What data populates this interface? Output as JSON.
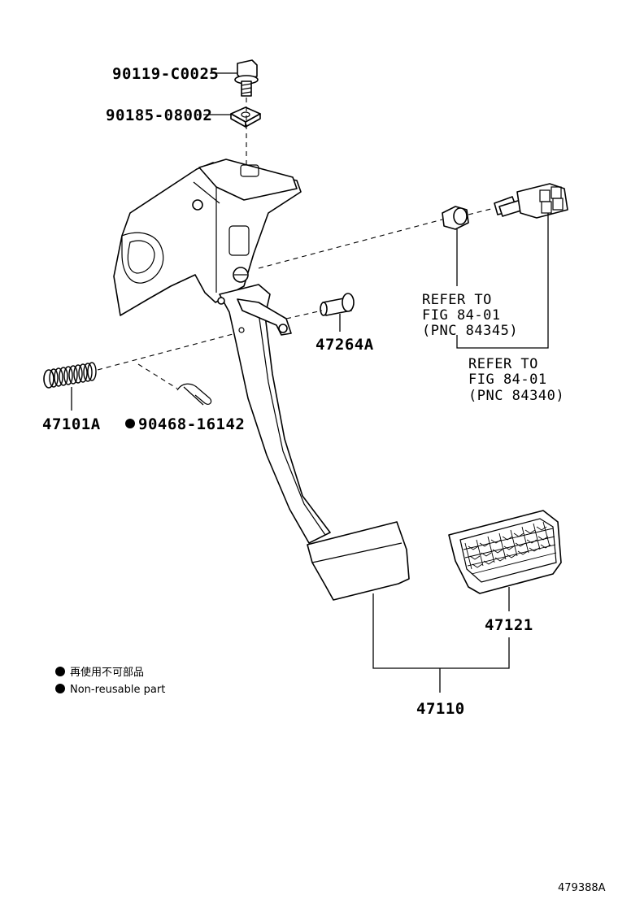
{
  "parts": {
    "bolt": "90119-C0025",
    "nut": "90185-08002",
    "pin": "47264A",
    "spring": "47101A",
    "clip": "90468-16142",
    "pedal_pad": "47121",
    "pedal_assy": "47110"
  },
  "refer_1": {
    "line1": "REFER TO",
    "line2": "FIG 84-01",
    "line3": "(PNC 84345)"
  },
  "refer_2": {
    "line1": "REFER TO",
    "line2": "FIG 84-01",
    "line3": "(PNC 84340)"
  },
  "legend": {
    "jp": "再使用不可部品",
    "en": "Non-reusable part"
  },
  "figure_id": "479388A",
  "colors": {
    "ink": "#000000",
    "paper": "#ffffff"
  }
}
